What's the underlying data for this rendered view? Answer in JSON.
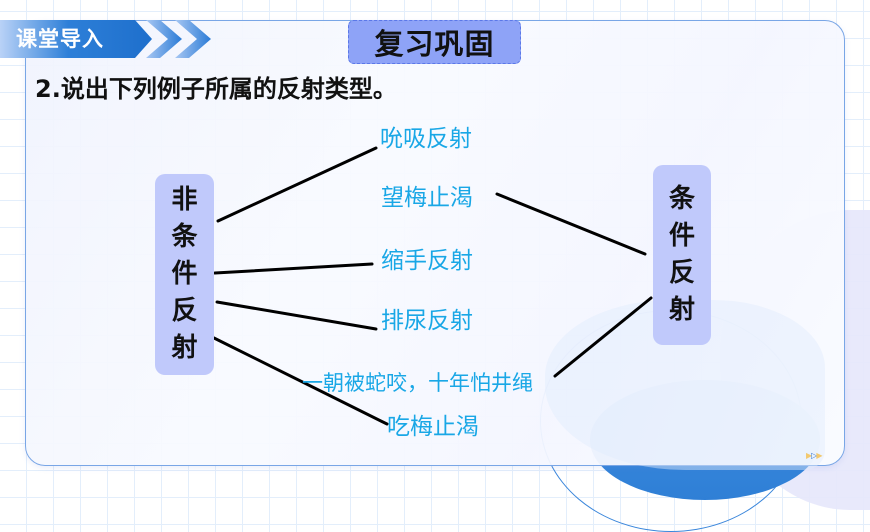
{
  "section_tag": {
    "label": "课堂导入"
  },
  "title_badge": {
    "label": "复习巩固"
  },
  "question": {
    "text": "2.说出下列例子所属的反射类型。"
  },
  "categories": {
    "unconditioned": {
      "label": "非条件反射",
      "chars": [
        "非",
        "条",
        "件",
        "反",
        "射"
      ]
    },
    "conditioned": {
      "label": "条件反射",
      "chars": [
        "条",
        "件",
        "反",
        "射"
      ]
    }
  },
  "examples": [
    {
      "text": "吮吸反射",
      "type": "非条件反射"
    },
    {
      "text": "望梅止渴",
      "type": "条件反射"
    },
    {
      "text": "缩手反射",
      "type": "非条件反射"
    },
    {
      "text": "排尿反射",
      "type": "非条件反射"
    },
    {
      "text": "一朝被蛇咬，十年怕井绳",
      "type": "条件反射"
    },
    {
      "text": "吃梅止渴",
      "type": "非条件反射"
    }
  ],
  "colors": {
    "example_text": "#19a7e6",
    "category_box": "#c0c9fb",
    "title_badge": "#8ea3f7",
    "section_tag": "#2d7fd8",
    "connector_line": "#000000"
  },
  "nav": {
    "icon": "play-arrows-icon"
  }
}
